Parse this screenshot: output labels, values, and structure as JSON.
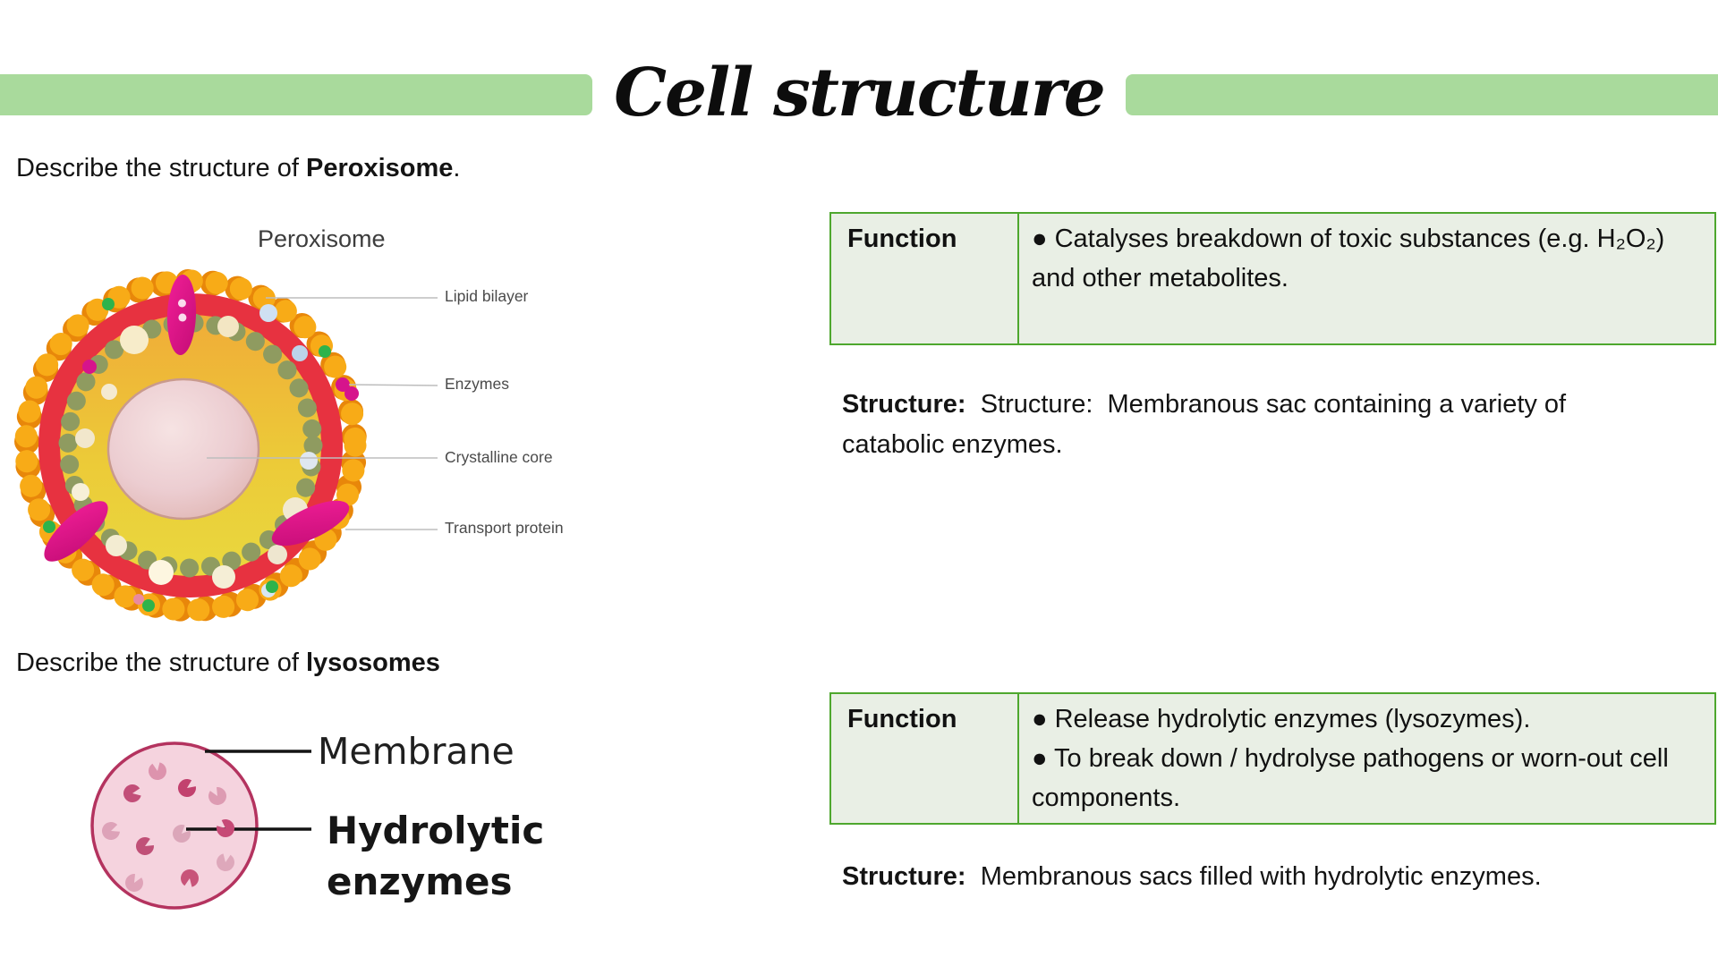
{
  "page": {
    "title": "Cell structure",
    "accent_bar_color": "#a9da9c",
    "table_border_color": "#4ea72e",
    "table_background_color": "#e9efe5"
  },
  "peroxisome": {
    "prompt": {
      "prefix": "Describe the structure of ",
      "bold": "Peroxisome",
      "suffix": "."
    },
    "figure": {
      "title": "Peroxisome",
      "labels": {
        "lipid": "Lipid bilayer",
        "enzymes": "Enzymes",
        "core": "Crystalline core",
        "transport": "Transport protein"
      }
    },
    "table": {
      "header": "Function",
      "bullets": [
        "● Catalyses breakdown of toxic substances (e.g. H₂O₂) and other metabolites."
      ]
    },
    "structure": {
      "label": "Structure:",
      "text": "  Structure:  Membranous sac containing a variety of catabolic enzymes."
    }
  },
  "lysosome": {
    "prompt": {
      "prefix": "Describe the structure of ",
      "bold": "lysosomes",
      "suffix": ""
    },
    "figure": {
      "labels": {
        "membrane": "Membrane",
        "enzymes": "Hydrolytic enzymes"
      }
    },
    "table": {
      "header": "Function",
      "bullets": [
        "● Release hydrolytic enzymes (lysozymes).",
        "● To break down / hydrolyse pathogens or worn-out cell components."
      ]
    },
    "structure": {
      "label": "Structure:",
      "text": "  Membranous sacs filled with hydrolytic enzymes."
    }
  }
}
